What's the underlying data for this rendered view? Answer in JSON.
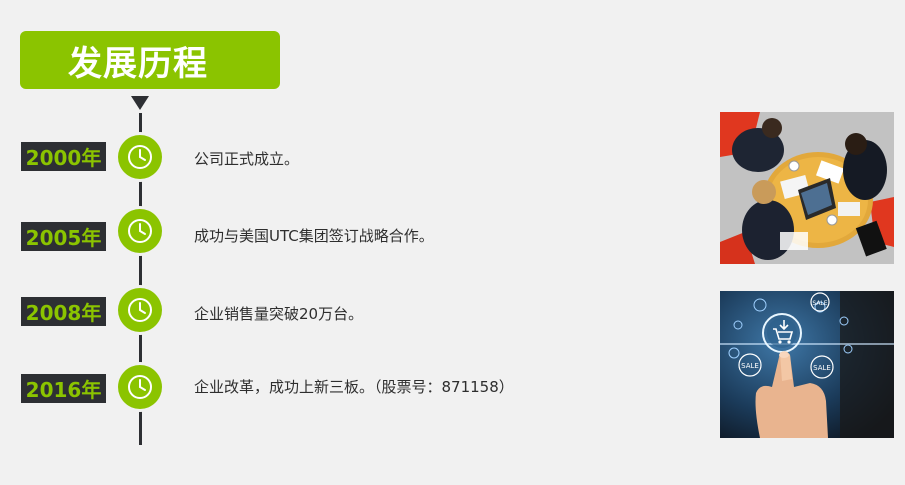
{
  "title": "发展历程",
  "milestones": [
    {
      "year": "2000年",
      "text": "公司正式成立。"
    },
    {
      "year": "2005年",
      "text": "成功与美国UTC集团签订战略合作。"
    },
    {
      "year": "2008年",
      "text": "企业销售量突破20万台。"
    },
    {
      "year": "2016年",
      "text": "企业改革，成功上新三板。（股票号：871158）"
    }
  ],
  "images": {
    "sale_labels": [
      "SALE",
      "SALE",
      "SALE"
    ]
  },
  "colors": {
    "accent": "#8bc400",
    "dark": "#2d2f33",
    "background": "#f1f1f1",
    "text": "#2e2e2e"
  },
  "icons": {
    "milestone": "clock-icon",
    "pointer": "triangle-down-icon"
  }
}
